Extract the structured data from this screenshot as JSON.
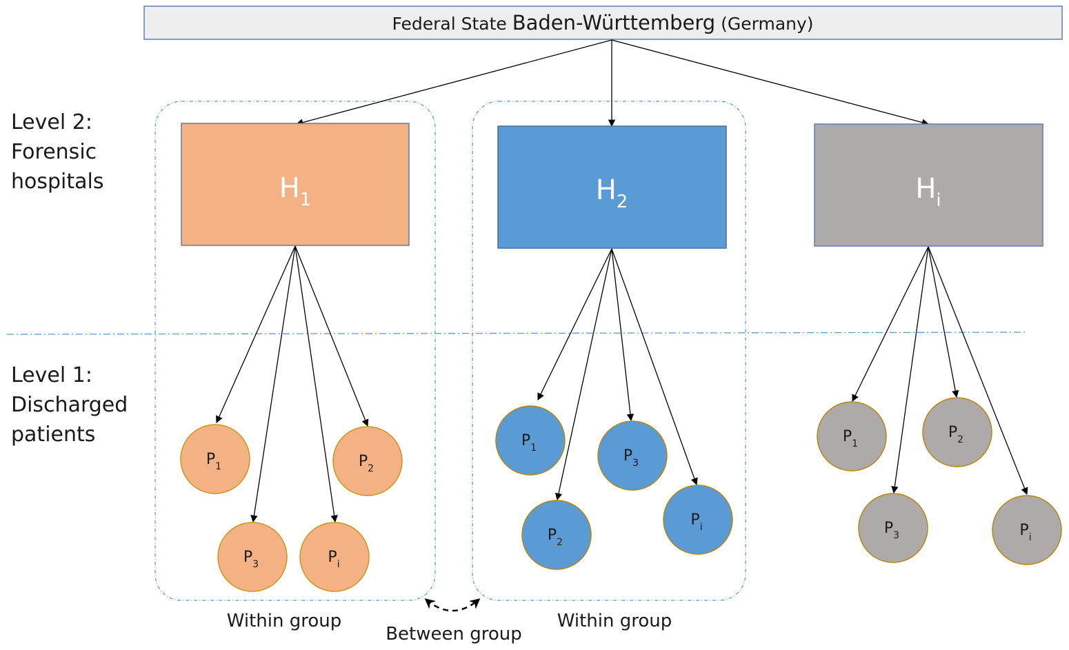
{
  "header": {
    "prefix": "Federal State ",
    "state": "Baden-Württemberg",
    "suffix": " (Germany)"
  },
  "levels": {
    "level2": [
      "Level 2:",
      "Forensic",
      "hospitals"
    ],
    "level1": [
      "Level 1:",
      "Discharged",
      "patients"
    ]
  },
  "hospitals": [
    {
      "id": "h1",
      "letter": "H",
      "sub": "1",
      "color": "#f4b183",
      "border": "#5a7fb0",
      "patient_border": "#c8961e",
      "patients": [
        {
          "letter": "P",
          "sub": "1"
        },
        {
          "letter": "P",
          "sub": "2"
        },
        {
          "letter": "P",
          "sub": "3"
        },
        {
          "letter": "P",
          "sub": "i"
        }
      ]
    },
    {
      "id": "h2",
      "letter": "H",
      "sub": "2",
      "color": "#5b9bd5",
      "border": "#41719c",
      "patient_border": "#b8860b",
      "patients": [
        {
          "letter": "P",
          "sub": "1"
        },
        {
          "letter": "P",
          "sub": "3"
        },
        {
          "letter": "P",
          "sub": "2"
        },
        {
          "letter": "P",
          "sub": "i"
        }
      ]
    },
    {
      "id": "hi",
      "letter": "H",
      "sub": "i",
      "color": "#aeaaaa",
      "border": "#5a7fb0",
      "patient_border": "#b8860b",
      "patients": [
        {
          "letter": "P",
          "sub": "1"
        },
        {
          "letter": "P",
          "sub": "2"
        },
        {
          "letter": "P",
          "sub": "3"
        },
        {
          "letter": "P",
          "sub": "i"
        }
      ]
    }
  ],
  "groups": {
    "within_left": "Within group",
    "within_right": "Within group",
    "between": "Between group"
  },
  "colors": {
    "header_fill": "#eeeeee",
    "header_border": "#5a7fb0",
    "group_border": "#5b9bd5",
    "divider": "#5b9bd5",
    "arrow": "#000000"
  }
}
